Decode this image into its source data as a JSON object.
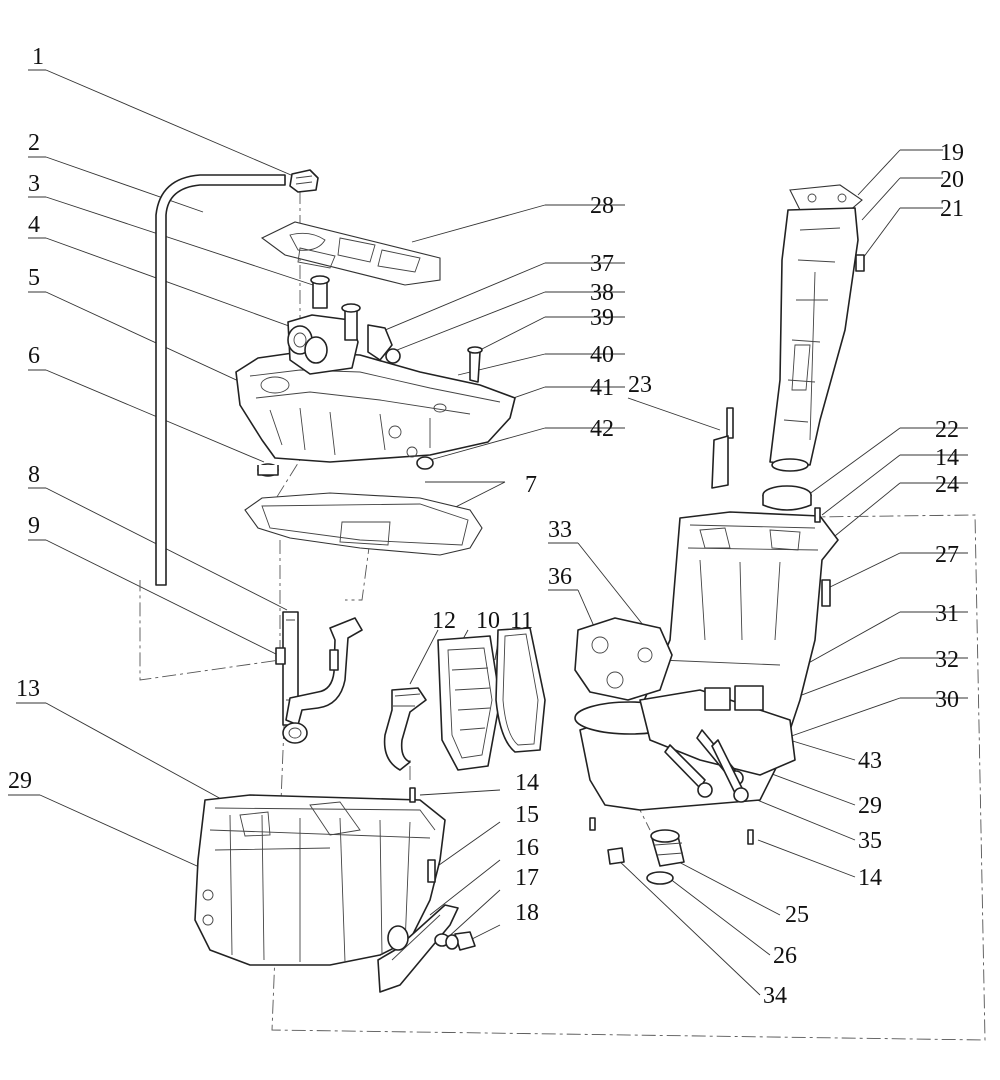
{
  "diagram": {
    "callouts": [
      {
        "id": "c1",
        "text": "1"
      },
      {
        "id": "c2",
        "text": "2"
      },
      {
        "id": "c3",
        "text": "3"
      },
      {
        "id": "c4",
        "text": "4"
      },
      {
        "id": "c5",
        "text": "5"
      },
      {
        "id": "c6",
        "text": "6"
      },
      {
        "id": "c7",
        "text": "7"
      },
      {
        "id": "c8",
        "text": "8"
      },
      {
        "id": "c9",
        "text": "9"
      },
      {
        "id": "c10",
        "text": "10"
      },
      {
        "id": "c11",
        "text": "11"
      },
      {
        "id": "c12",
        "text": "12"
      },
      {
        "id": "c13",
        "text": "13"
      },
      {
        "id": "c14a",
        "text": "14"
      },
      {
        "id": "c14b",
        "text": "14"
      },
      {
        "id": "c14c",
        "text": "14"
      },
      {
        "id": "c15",
        "text": "15"
      },
      {
        "id": "c16",
        "text": "16"
      },
      {
        "id": "c17",
        "text": "17"
      },
      {
        "id": "c18",
        "text": "18"
      },
      {
        "id": "c19",
        "text": "19"
      },
      {
        "id": "c20",
        "text": "20"
      },
      {
        "id": "c21",
        "text": "21"
      },
      {
        "id": "c22",
        "text": "22"
      },
      {
        "id": "c23",
        "text": "23"
      },
      {
        "id": "c24",
        "text": "24"
      },
      {
        "id": "c25",
        "text": "25"
      },
      {
        "id": "c26",
        "text": "26"
      },
      {
        "id": "c27",
        "text": "27"
      },
      {
        "id": "c28",
        "text": "28"
      },
      {
        "id": "c29a",
        "text": "29"
      },
      {
        "id": "c29b",
        "text": "29"
      },
      {
        "id": "c30",
        "text": "30"
      },
      {
        "id": "c31",
        "text": "31"
      },
      {
        "id": "c32",
        "text": "32"
      },
      {
        "id": "c33",
        "text": "33"
      },
      {
        "id": "c34",
        "text": "34"
      },
      {
        "id": "c35",
        "text": "35"
      },
      {
        "id": "c36",
        "text": "36"
      },
      {
        "id": "c37",
        "text": "37"
      },
      {
        "id": "c38",
        "text": "38"
      },
      {
        "id": "c39",
        "text": "39"
      },
      {
        "id": "c40",
        "text": "40"
      },
      {
        "id": "c41",
        "text": "41"
      },
      {
        "id": "c42",
        "text": "42"
      },
      {
        "id": "c43",
        "text": "43"
      }
    ]
  }
}
